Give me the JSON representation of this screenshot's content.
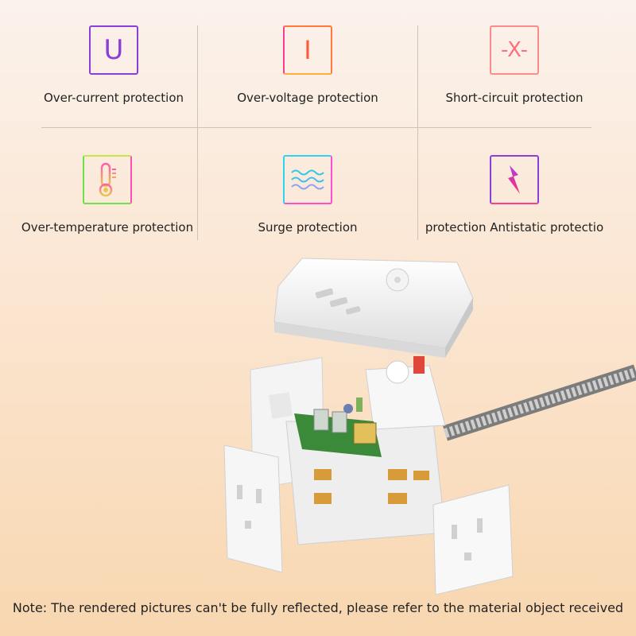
{
  "features": [
    {
      "label": "Over-current protection",
      "icon": "u-letter-icon",
      "glyph": "U"
    },
    {
      "label": "Over-voltage protection",
      "icon": "i-letter-icon",
      "glyph": "I"
    },
    {
      "label": "Short-circuit protection",
      "icon": "x-letter-icon",
      "glyph": "-X-"
    },
    {
      "label": "Over-temperature protection",
      "icon": "thermometer-icon"
    },
    {
      "label": "Surge protection",
      "icon": "wave-icon"
    },
    {
      "label": "protection Antistatic protectio",
      "icon": "lightning-icon"
    }
  ],
  "note": "Note: The rendered pictures can't be fully reflected, please refer to the material object received",
  "colors": {
    "gradient_purple": "#7b3fe4",
    "gradient_pink": "#ff3c8e",
    "gradient_orange": "#ff9a3c",
    "gradient_cyan": "#2fd3f0",
    "gradient_green": "#6ee04a"
  }
}
